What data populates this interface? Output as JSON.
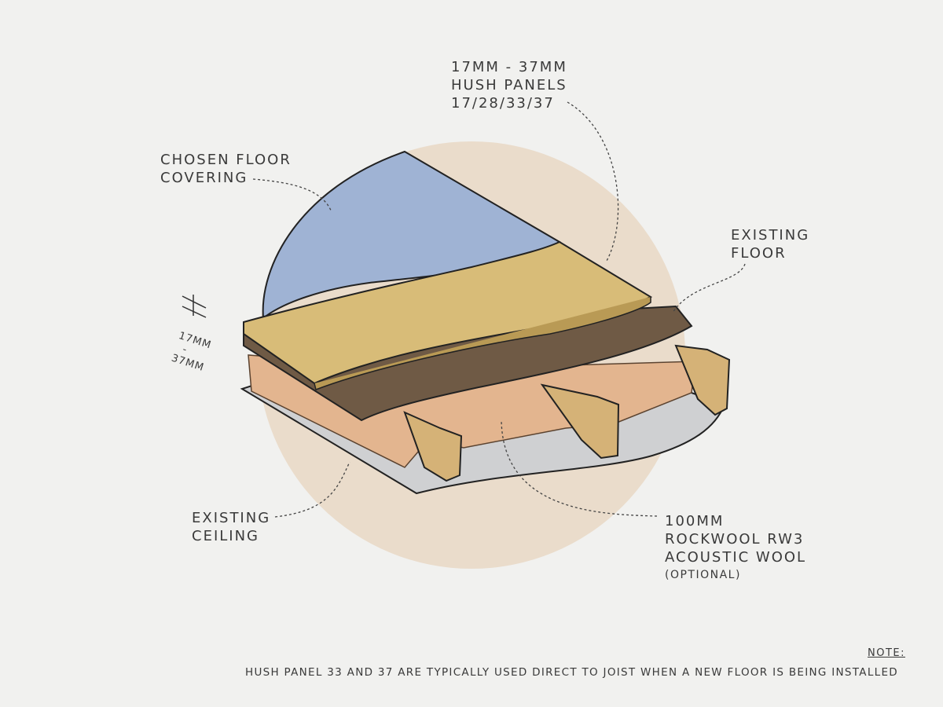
{
  "labels": {
    "panels": [
      "17MM - 37MM",
      "HUSH PANELS",
      "17/28/33/37"
    ],
    "floor_covering": [
      "CHOSEN FLOOR",
      "COVERING"
    ],
    "existing_floor": [
      "EXISTING",
      "FLOOR"
    ],
    "existing_ceiling": [
      "EXISTING",
      "CEILING"
    ],
    "rockwool": [
      "100MM",
      "ROCKWOOL RW3",
      "ACOUSTIC WOOL",
      "(OPTIONAL)"
    ],
    "dimension": [
      "17MM",
      "-",
      "37MM"
    ]
  },
  "note": {
    "title": "NOTE:",
    "text": "HUSH PANEL 33 AND 37 ARE TYPICALLY USED DIRECT TO JOIST WHEN A NEW FLOOR IS BEING INSTALLED"
  },
  "colors": {
    "background": "#f1f1ef",
    "circle": "#eadccb",
    "floor_covering": "#9fb3d4",
    "hush_panel": "#d8bc78",
    "existing_floor": "#6f5a45",
    "wool": "#e3b58f",
    "joist": "#d5b277",
    "ceiling": "#cfd0d2"
  }
}
